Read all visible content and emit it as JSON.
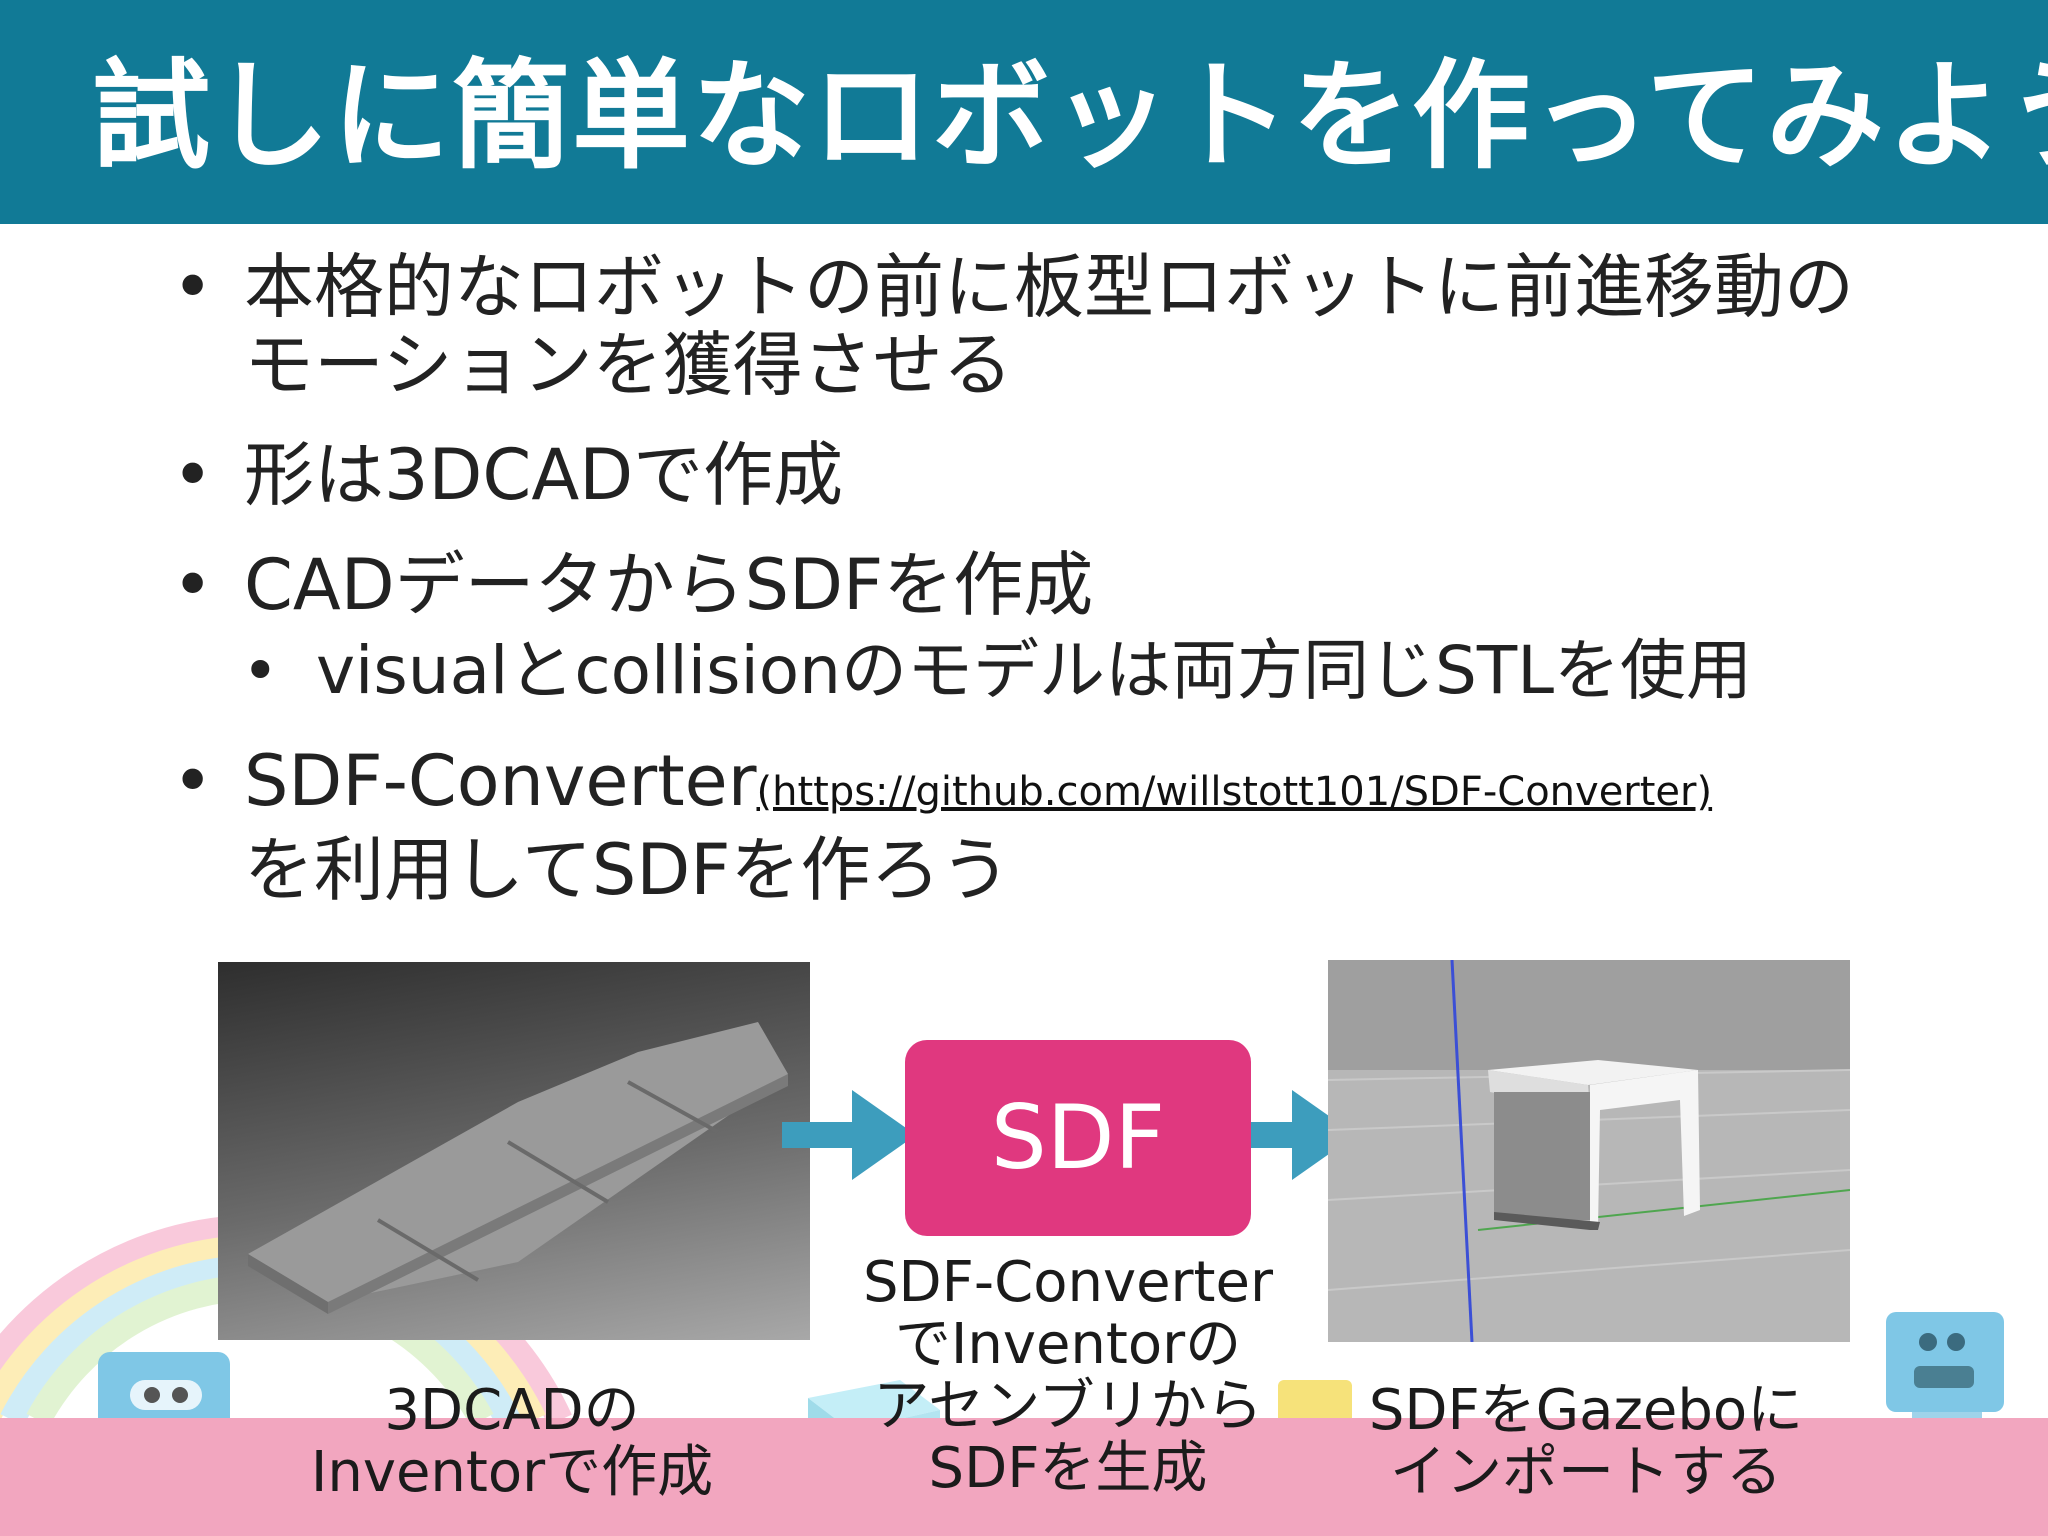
{
  "title": "試しに簡単なロボットを作ってみよう",
  "bullets": [
    {
      "lines": [
        "本格的なロボットの前に板型ロボットに前進移動の",
        "モーションを獲得させる"
      ]
    },
    {
      "lines": [
        "形は3DCADで作成"
      ]
    },
    {
      "lines": [
        "CADデータからSDFを作成"
      ]
    }
  ],
  "sub_bullet": "visualとcollisionのモデルは両方同じSTLを使用",
  "converter": {
    "name": "SDF-Converter",
    "url": "(https://github.com/willstott101/SDF-Converter)",
    "line2": "を利用してSDFを作ろう"
  },
  "diagram": {
    "sdf_label": "SDF",
    "caption_left": [
      "3DCADの",
      "Inventorで作成"
    ],
    "caption_middle": [
      "SDF-Converter",
      "でInventorの",
      "アセンブリから",
      "SDFを生成"
    ],
    "caption_right": [
      "SDFをGazeboに",
      "インポートする"
    ]
  },
  "colors": {
    "header": "#117a96",
    "arrow": "#3d9dbd",
    "sdf_box": "#e0387f",
    "band": "#f2a6bf"
  }
}
